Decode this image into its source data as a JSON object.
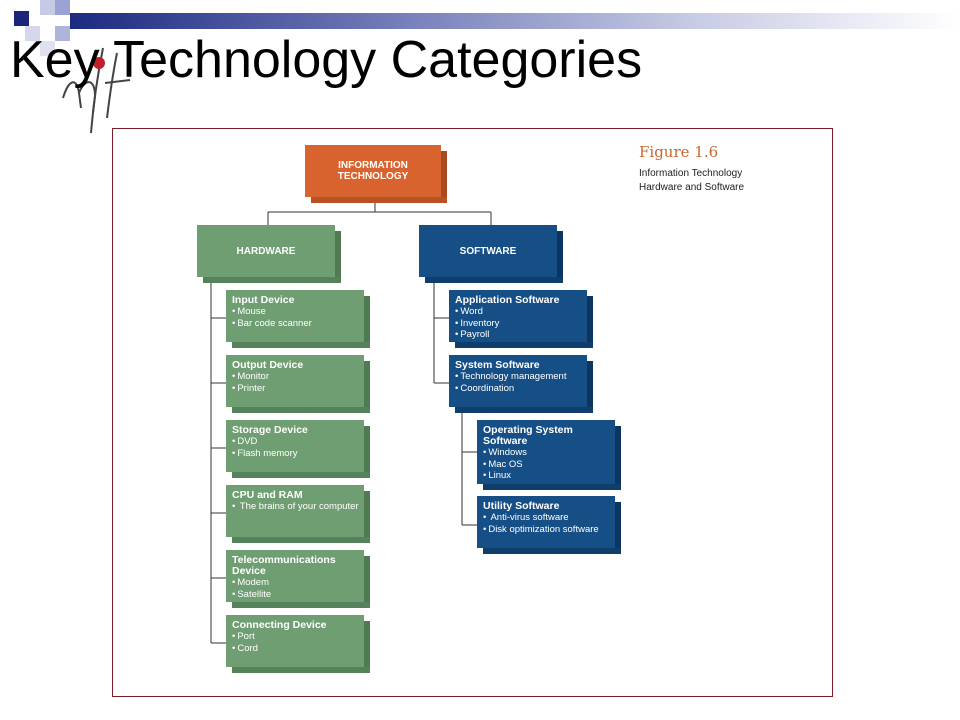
{
  "slide": {
    "title": "Key Technology Categories"
  },
  "figure": {
    "label": "Figure 1.6",
    "caption_line1": "Information Technology",
    "caption_line2": "Hardware and Software"
  },
  "root": {
    "line1": "INFORMATION",
    "line2": "TECHNOLOGY"
  },
  "hardware": {
    "label": "HARDWARE",
    "items": [
      {
        "title": "Input Device",
        "bullets": [
          "Mouse",
          "Bar code scanner"
        ]
      },
      {
        "title": "Output Device",
        "bullets": [
          "Monitor",
          "Printer"
        ]
      },
      {
        "title": "Storage Device",
        "bullets": [
          "DVD",
          "Flash memory"
        ]
      },
      {
        "title": "CPU and RAM",
        "bullets": [
          " The brains of your computer"
        ]
      },
      {
        "title": "Telecommunications Device",
        "bullets": [
          "Modem",
          "Satellite"
        ]
      },
      {
        "title": "Connecting Device",
        "bullets": [
          "Port",
          "Cord"
        ]
      }
    ]
  },
  "software": {
    "label": "SOFTWARE",
    "items": [
      {
        "title": "Application Software",
        "bullets": [
          "Word",
          "Inventory",
          "Payroll"
        ]
      },
      {
        "title": "System Software",
        "bullets": [
          "Technology management",
          "Coordination"
        ]
      }
    ],
    "subitems": [
      {
        "title": "Operating System Software",
        "bullets": [
          "Windows",
          "Mac OS",
          "Linux"
        ]
      },
      {
        "title": "Utility Software",
        "bullets": [
          " Anti-virus software",
          "Disk optimization software"
        ]
      }
    ]
  },
  "colors": {
    "hardware": "#6f9e72",
    "software": "#164f86",
    "root": "#d9632e",
    "caption": "#c7672f"
  }
}
